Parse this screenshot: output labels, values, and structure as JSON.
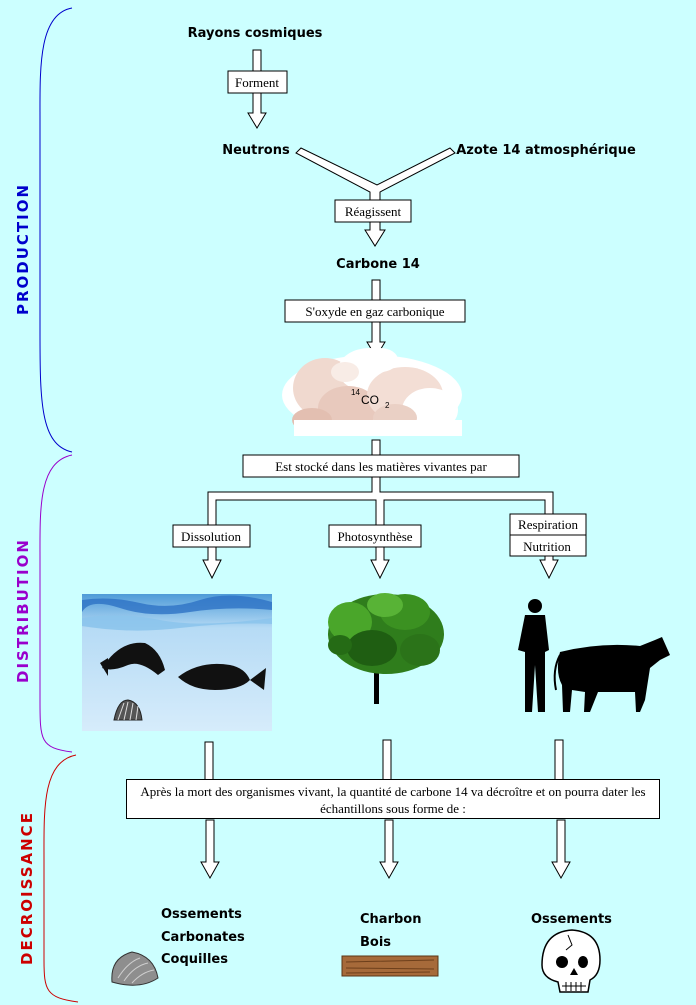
{
  "sections": {
    "production": "PRODUCTION",
    "distribution": "DISTRIBUTION",
    "decroissance": "DECROISSANCE"
  },
  "colors": {
    "background": "#ccffff",
    "production": "#0000cc",
    "distribution": "#9900cc",
    "decroissance": "#cc0000"
  },
  "nodes": {
    "rayons": "Rayons cosmiques",
    "neutrons": "Neutrons",
    "azote": "Azote 14 atmosphérique",
    "carbone14": "Carbone 14"
  },
  "process": {
    "forment": "Forment",
    "reagissent": "Réagissent",
    "oxyde": "S'oxyde en gaz carbonique",
    "stocke": "Est stocké dans les matières vivantes par",
    "dissolution": "Dissolution",
    "photosynthese": "Photosynthèse",
    "respiration": "Respiration",
    "nutrition": "Nutrition"
  },
  "co2": {
    "superscript": "14",
    "base": "CO",
    "subscript": "2"
  },
  "decay_caption": "Après la mort des organismes vivant, la quantité de carbone 14 va décroître et on pourra dater les échantillons sous forme de :",
  "samples": {
    "left": [
      "Ossements",
      "Carbonates",
      "Coquilles"
    ],
    "middle": [
      "Charbon",
      "Bois"
    ],
    "right": [
      "Ossements"
    ]
  },
  "icons": [
    "ocean-fish-image",
    "tree-image",
    "man-and-cow-image",
    "shell-icon",
    "wood-plank-icon",
    "skull-icon",
    "cloud-image"
  ]
}
